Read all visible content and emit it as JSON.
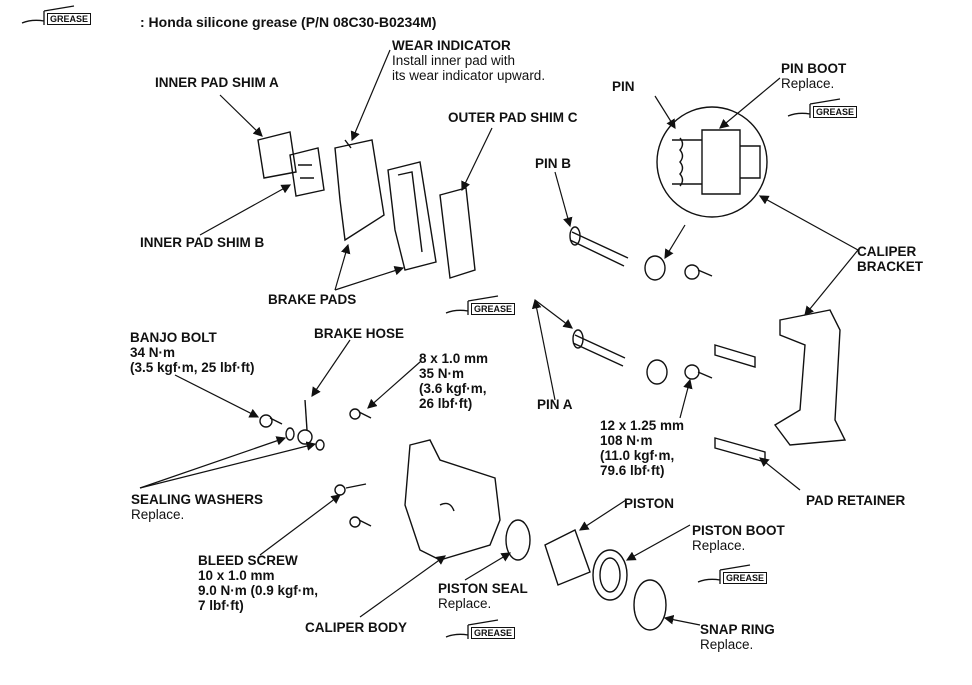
{
  "legend": {
    "icon": "grease-gun-icon",
    "icon_text": "GREASE",
    "text": ": Honda silicone grease (P/N 08C30-B0234M)"
  },
  "labels": {
    "wear_indicator": {
      "title": "WEAR INDICATOR",
      "note1": "Install inner pad with",
      "note2": "its wear indicator upward."
    },
    "inner_pad_shim_a": {
      "title": "INNER PAD SHIM A"
    },
    "pin": {
      "title": "PIN"
    },
    "pin_boot": {
      "title": "PIN BOOT",
      "note": "Replace."
    },
    "outer_pad_shim_c": {
      "title": "OUTER PAD SHIM C"
    },
    "pin_b": {
      "title": "PIN B"
    },
    "caliper_bracket": {
      "line1": "CALIPER",
      "line2": "BRACKET"
    },
    "inner_pad_shim_b": {
      "title": "INNER PAD SHIM B"
    },
    "brake_pads": {
      "title": "BRAKE PADS"
    },
    "banjo_bolt": {
      "title": "BANJO BOLT",
      "l1": "34 N·m",
      "l2": "(3.5 kgf·m, 25 lbf·ft)"
    },
    "brake_hose": {
      "title": "BRAKE HOSE"
    },
    "bolt_8mm": {
      "l1": "8 x 1.0 mm",
      "l2": "35 N·m",
      "l3": "(3.6 kgf·m,",
      "l4": "26 lbf·ft)"
    },
    "pin_a": {
      "title": "PIN A"
    },
    "bolt_12mm": {
      "l1": "12 x 1.25 mm",
      "l2": "108 N·m",
      "l3": "(11.0 kgf·m,",
      "l4": "79.6 lbf·ft)"
    },
    "pad_retainer": {
      "title": "PAD RETAINER"
    },
    "sealing_washers": {
      "title": "SEALING WASHERS",
      "note": "Replace."
    },
    "piston": {
      "title": "PISTON"
    },
    "piston_boot": {
      "title": "PISTON BOOT",
      "note": "Replace."
    },
    "bleed_screw": {
      "title": "BLEED SCREW",
      "l1": "10 x 1.0 mm",
      "l2": "9.0 N·m (0.9 kgf·m,",
      "l3": "7 lbf·ft)"
    },
    "piston_seal": {
      "title": "PISTON SEAL",
      "note": "Replace."
    },
    "caliper_body": {
      "title": "CALIPER BODY"
    },
    "snap_ring": {
      "title": "SNAP RING",
      "note": "Replace."
    }
  }
}
